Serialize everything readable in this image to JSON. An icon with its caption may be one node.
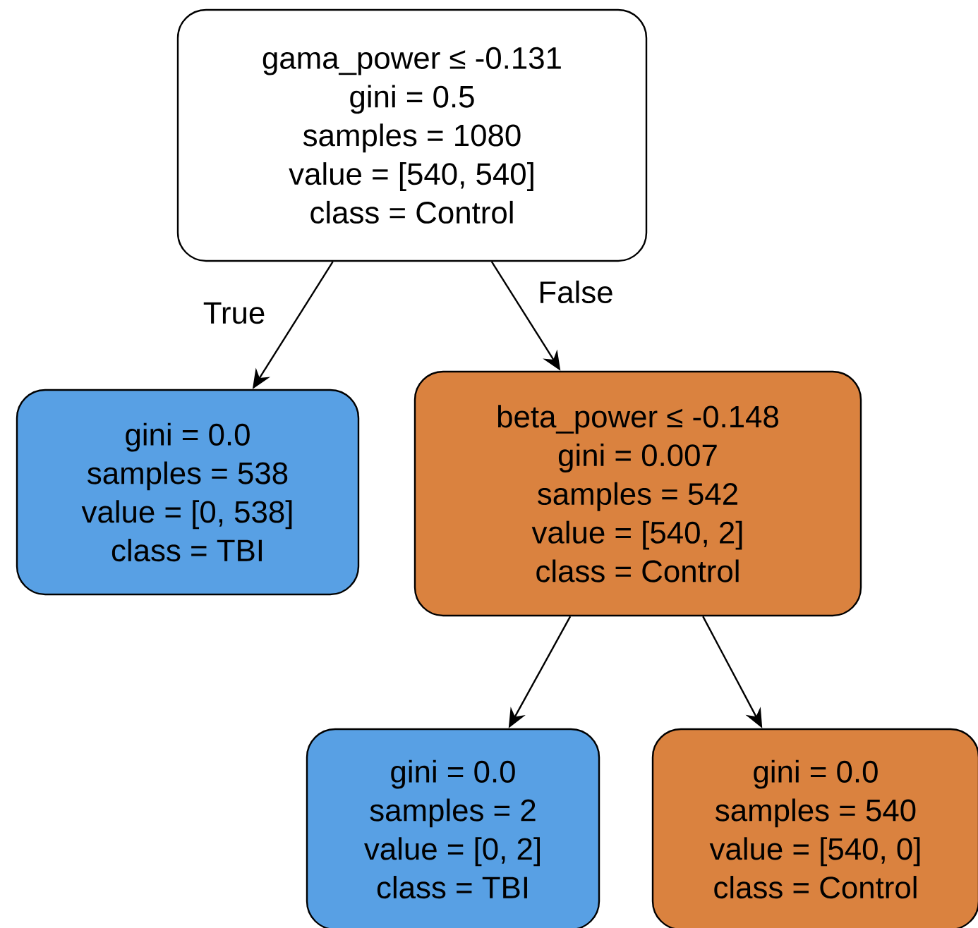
{
  "diagram": {
    "nodes": [
      {
        "text": [
          "gama_power ≤ -0.131",
          "gini = 0.5",
          "samples = 1080",
          "value = [540, 540]",
          "class = Control"
        ]
      },
      {
        "text": [
          "gini = 0.0",
          "samples = 538",
          "value = [0, 538]",
          "class = TBI"
        ]
      },
      {
        "text": [
          "beta_power ≤ -0.148",
          "gini = 0.007",
          "samples = 542",
          "value = [540, 2]",
          "class = Control"
        ]
      },
      {
        "text": [
          "gini = 0.0",
          "samples = 2",
          "value = [0, 2]",
          "class = TBI"
        ]
      },
      {
        "text": [
          "gini = 0.0",
          "samples = 540",
          "value = [540, 0]",
          "class = Control"
        ]
      }
    ],
    "edges": [
      {
        "from": 0,
        "to": 1,
        "arrow": "to",
        "label": "True"
      },
      {
        "from": 0,
        "to": 2,
        "arrow": "to",
        "label": "False"
      },
      {
        "from": 2,
        "to": 3,
        "arrow": "to"
      },
      {
        "from": 2,
        "to": 4,
        "arrow": "to"
      }
    ]
  }
}
